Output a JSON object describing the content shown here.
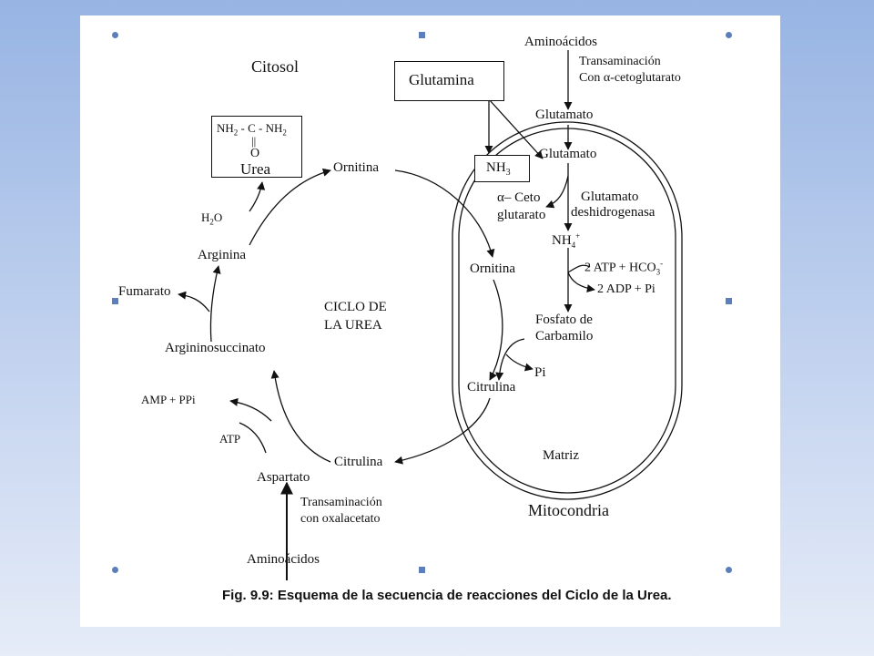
{
  "labels": {
    "citosol": "Citosol",
    "glutamina": "Glutamina",
    "aminoacidos_top": "Aminoácidos",
    "transaminacion_top": "Transaminación",
    "con_alfa": "Con α-cetoglutarato",
    "glutamato_out": "Glutamato",
    "glutamato_in": "Glutamato",
    "nh3": "NH",
    "nh3_sub": "3",
    "alfa_ceto_1": "α– Ceto",
    "alfa_ceto_2": "glutarato",
    "glut_deshidro_1": "Glutamato",
    "glut_deshidro_2": "deshidrogenasa",
    "nh4": "NH",
    "nh4_sub": "4",
    "nh4_sup": "+",
    "atp_hco3": "2 ATP + HCO",
    "atp_hco3_sub": "3",
    "atp_hco3_sup": "-",
    "adp_pi": "2 ADP + Pi",
    "fosfato_1": "Fosfato de",
    "fosfato_2": "Carbamilo",
    "pi": "Pi",
    "ornitina_mito": "Ornitina",
    "citrulina_mito": "Citrulina",
    "matriz": "Matriz",
    "mitocondria": "Mitocondria",
    "ornitina_cyto": "Ornitina",
    "citrulina_cyto": "Citrulina",
    "ciclo_1": "CICLO DE",
    "ciclo_2": "LA UREA",
    "urea_line1_a": "NH",
    "urea_line1_sub1": "2",
    "urea_line1_b": " - C - NH",
    "urea_line1_sub2": "2",
    "urea_dbl": "||",
    "urea_o": "O",
    "urea_name": "Urea",
    "h2o_a": "H",
    "h2o_sub": "2",
    "h2o_b": "O",
    "arginina": "Arginina",
    "fumarato": "Fumarato",
    "argininosuccinato": "Argininosuccinato",
    "amp_ppi": "AMP + PPi",
    "atp": "ATP",
    "aspartato": "Aspartato",
    "transaminacion_bot": "Transaminación",
    "con_oxalacetato": "con oxalacetato",
    "aminoacidos_bot": "Aminoácidos",
    "caption": "Fig. 9.9: Esquema de la secuencia de reacciones del Ciclo de la Urea."
  }
}
